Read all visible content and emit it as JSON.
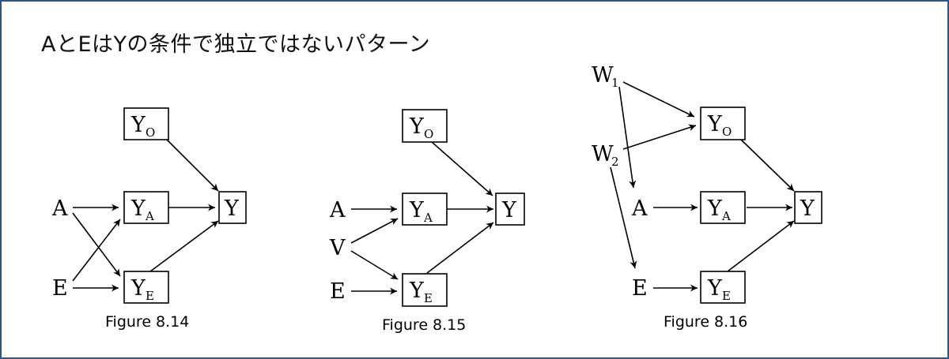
{
  "title": "AとEはYの条件で独立ではないパターン",
  "figures": [
    {
      "caption": "Figure 8.14",
      "nodes": {
        "YO": {
          "main": "Y",
          "sub": "O"
        },
        "YA": {
          "main": "Y",
          "sub": "A"
        },
        "YE": {
          "main": "Y",
          "sub": "E"
        },
        "Y": {
          "main": "Y"
        },
        "A": {
          "main": "A"
        },
        "E": {
          "main": "E"
        }
      }
    },
    {
      "caption": "Figure 8.15",
      "nodes": {
        "YO": {
          "main": "Y",
          "sub": "O"
        },
        "YA": {
          "main": "Y",
          "sub": "A"
        },
        "YE": {
          "main": "Y",
          "sub": "E"
        },
        "Y": {
          "main": "Y"
        },
        "A": {
          "main": "A"
        },
        "V": {
          "main": "V"
        },
        "E": {
          "main": "E"
        }
      }
    },
    {
      "caption": "Figure 8.16",
      "nodes": {
        "W1": {
          "main": "W",
          "sub": "1"
        },
        "W2": {
          "main": "W",
          "sub": "2"
        },
        "YO": {
          "main": "Y",
          "sub": "O"
        },
        "YA": {
          "main": "Y",
          "sub": "A"
        },
        "YE": {
          "main": "Y",
          "sub": "E"
        },
        "Y": {
          "main": "Y"
        },
        "A": {
          "main": "A"
        },
        "E": {
          "main": "E"
        }
      }
    }
  ]
}
